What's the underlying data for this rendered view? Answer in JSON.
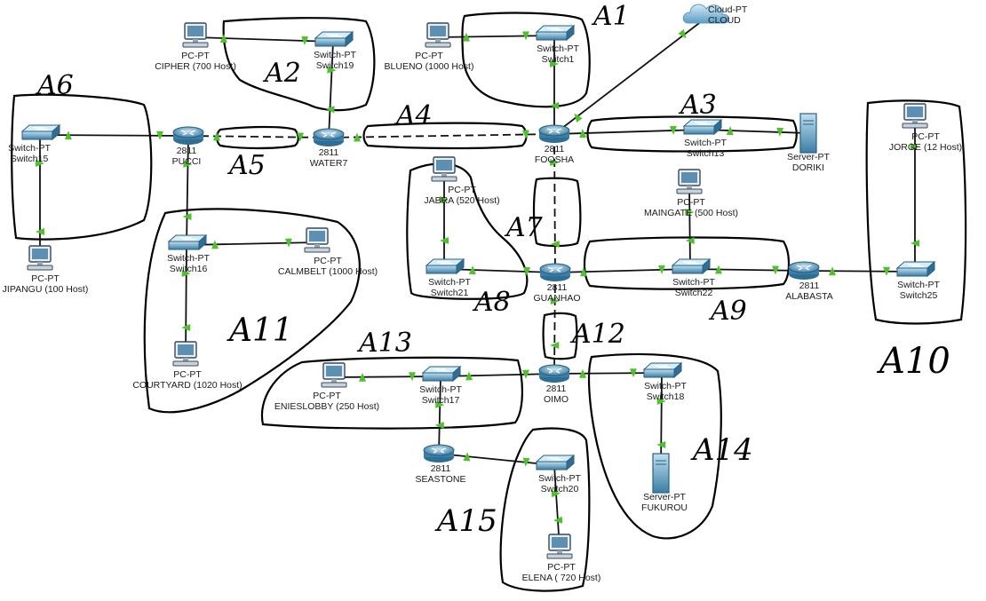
{
  "nodes": [
    {
      "id": "blueno",
      "kind": "pc",
      "type": "PC-PT",
      "name": "BLUENO (1000 Host)"
    },
    {
      "id": "switch1",
      "kind": "switch",
      "type": "Switch-PT",
      "name": "Switch1"
    },
    {
      "id": "cloud",
      "kind": "cloud",
      "type": "Cloud-PT",
      "name": "CLOUD"
    },
    {
      "id": "cipher",
      "kind": "pc",
      "type": "PC-PT",
      "name": "CIPHER (700 Host)"
    },
    {
      "id": "switch19",
      "kind": "switch",
      "type": "Switch-PT",
      "name": "Switch19"
    },
    {
      "id": "switch15",
      "kind": "switch",
      "type": "Switch-PT",
      "name": "Switch15"
    },
    {
      "id": "pucci",
      "kind": "router",
      "type": "2811",
      "name": "PUCCI"
    },
    {
      "id": "water7",
      "kind": "router",
      "type": "2811",
      "name": "WATER7"
    },
    {
      "id": "foosha",
      "kind": "router",
      "type": "2811",
      "name": "FOOSHA"
    },
    {
      "id": "switch13",
      "kind": "switch",
      "type": "Switch-PT",
      "name": "Switch13"
    },
    {
      "id": "doriki",
      "kind": "server",
      "type": "Server-PT",
      "name": "DORIKI"
    },
    {
      "id": "jorge",
      "kind": "pc",
      "type": "PC-PT",
      "name": "JORGE (12 Host)"
    },
    {
      "id": "jabra",
      "kind": "pc",
      "type": "PC-PT",
      "name": "JABRA (520 Host)"
    },
    {
      "id": "maingate",
      "kind": "pc",
      "type": "PC-PT",
      "name": "MAINGATE (500 Host)"
    },
    {
      "id": "jipangu",
      "kind": "pc",
      "type": "PC-PT",
      "name": "JIPANGU (100 Host)"
    },
    {
      "id": "switch16",
      "kind": "switch",
      "type": "Switch-PT",
      "name": "Switch16"
    },
    {
      "id": "calmbelt",
      "kind": "pc",
      "type": "PC-PT",
      "name": "CALMBELT (1000 Host)"
    },
    {
      "id": "switch21",
      "kind": "switch",
      "type": "Switch-PT",
      "name": "Switch21"
    },
    {
      "id": "guanhao",
      "kind": "router",
      "type": "2811",
      "name": "GUANHAO"
    },
    {
      "id": "switch22",
      "kind": "switch",
      "type": "Switch-PT",
      "name": "Switch22"
    },
    {
      "id": "alabasta",
      "kind": "router",
      "type": "2811",
      "name": "ALABASTA"
    },
    {
      "id": "switch25",
      "kind": "switch",
      "type": "Switch-PT",
      "name": "Switch25"
    },
    {
      "id": "courtyard",
      "kind": "pc",
      "type": "PC-PT",
      "name": "COURTYARD (1020 Host)"
    },
    {
      "id": "enieslobby",
      "kind": "pc",
      "type": "PC-PT",
      "name": "ENIESLOBBY (250 Host)"
    },
    {
      "id": "switch17",
      "kind": "switch",
      "type": "Switch-PT",
      "name": "Switch17"
    },
    {
      "id": "oimo",
      "kind": "router",
      "type": "2811",
      "name": "OIMO"
    },
    {
      "id": "switch18",
      "kind": "switch",
      "type": "Switch-PT",
      "name": "Switch18"
    },
    {
      "id": "seastone",
      "kind": "router",
      "type": "2811",
      "name": "SEASTONE"
    },
    {
      "id": "switch20",
      "kind": "switch",
      "type": "Switch-PT",
      "name": "Switch20"
    },
    {
      "id": "fukurou",
      "kind": "server",
      "type": "Server-PT",
      "name": "FUKUROU"
    },
    {
      "id": "elena",
      "kind": "pc",
      "type": "PC-PT",
      "name": "ELENA ( 720 Host)"
    }
  ],
  "links": [
    {
      "from": "blueno",
      "to": "switch1",
      "kind": "ethernet"
    },
    {
      "from": "switch1",
      "to": "foosha",
      "kind": "ethernet"
    },
    {
      "from": "foosha",
      "to": "cloud",
      "kind": "ethernet"
    },
    {
      "from": "cipher",
      "to": "switch19",
      "kind": "ethernet"
    },
    {
      "from": "switch19",
      "to": "water7",
      "kind": "ethernet"
    },
    {
      "from": "switch15",
      "to": "pucci",
      "kind": "ethernet"
    },
    {
      "from": "jipangu",
      "to": "switch15",
      "kind": "ethernet"
    },
    {
      "from": "pucci",
      "to": "water7",
      "kind": "serial"
    },
    {
      "from": "water7",
      "to": "foosha",
      "kind": "serial"
    },
    {
      "from": "foosha",
      "to": "switch13",
      "kind": "ethernet"
    },
    {
      "from": "switch13",
      "to": "doriki",
      "kind": "ethernet"
    },
    {
      "from": "foosha",
      "to": "guanhao",
      "kind": "serial"
    },
    {
      "from": "pucci",
      "to": "switch16",
      "kind": "ethernet"
    },
    {
      "from": "switch16",
      "to": "calmbelt",
      "kind": "ethernet"
    },
    {
      "from": "courtyard",
      "to": "switch16",
      "kind": "ethernet"
    },
    {
      "from": "jabra",
      "to": "switch21",
      "kind": "ethernet"
    },
    {
      "from": "switch21",
      "to": "guanhao",
      "kind": "ethernet"
    },
    {
      "from": "guanhao",
      "to": "switch22",
      "kind": "ethernet"
    },
    {
      "from": "maingate",
      "to": "switch22",
      "kind": "ethernet"
    },
    {
      "from": "switch22",
      "to": "alabasta",
      "kind": "ethernet"
    },
    {
      "from": "alabasta",
      "to": "switch25",
      "kind": "ethernet"
    },
    {
      "from": "jorge",
      "to": "switch25",
      "kind": "ethernet"
    },
    {
      "from": "guanhao",
      "to": "oimo",
      "kind": "serial"
    },
    {
      "from": "enieslobby",
      "to": "switch17",
      "kind": "ethernet"
    },
    {
      "from": "switch17",
      "to": "oimo",
      "kind": "ethernet"
    },
    {
      "from": "oimo",
      "to": "switch18",
      "kind": "ethernet"
    },
    {
      "from": "fukurou",
      "to": "switch18",
      "kind": "ethernet"
    },
    {
      "from": "switch17",
      "to": "seastone",
      "kind": "ethernet"
    },
    {
      "from": "seastone",
      "to": "switch20",
      "kind": "ethernet"
    },
    {
      "from": "elena",
      "to": "switch20",
      "kind": "ethernet"
    }
  ],
  "areas": [
    {
      "id": "a1",
      "label": "A1"
    },
    {
      "id": "a2",
      "label": "A2"
    },
    {
      "id": "a3",
      "label": "A3"
    },
    {
      "id": "a4",
      "label": "A4"
    },
    {
      "id": "a5",
      "label": "A5"
    },
    {
      "id": "a6",
      "label": "A6"
    },
    {
      "id": "a7",
      "label": "A7"
    },
    {
      "id": "a8",
      "label": "A8"
    },
    {
      "id": "a9",
      "label": "A9"
    },
    {
      "id": "a10",
      "label": "A10"
    },
    {
      "id": "a11",
      "label": "A11"
    },
    {
      "id": "a12",
      "label": "A12"
    },
    {
      "id": "a13",
      "label": "A13"
    },
    {
      "id": "a14",
      "label": "A14"
    },
    {
      "id": "a15",
      "label": "A15"
    }
  ],
  "colors": {
    "link_dot": "#4fc12c",
    "device_blue": "#3c7ea6",
    "device_light": "#a9d1e8",
    "annotation": "#000000"
  }
}
